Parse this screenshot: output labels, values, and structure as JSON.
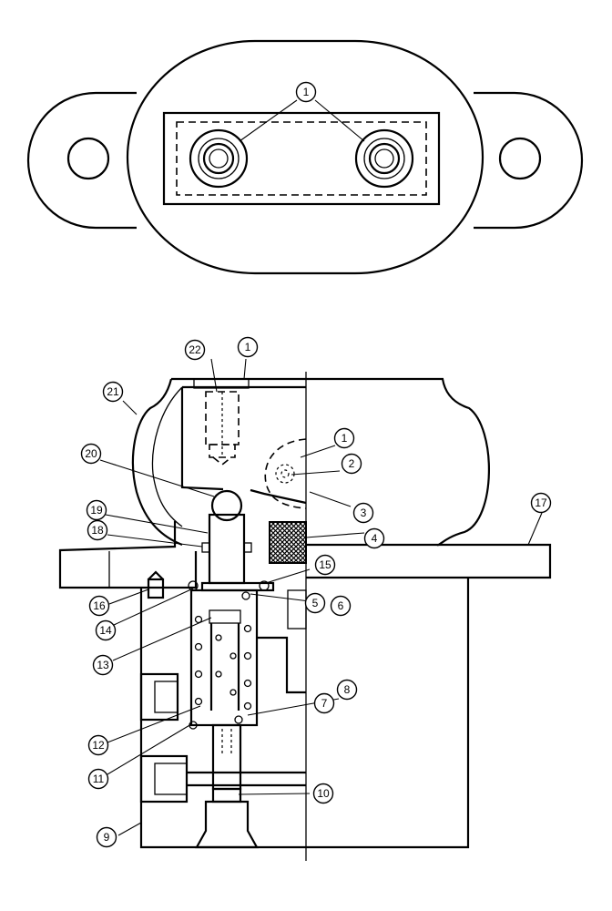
{
  "top_view": {
    "callouts": [
      {
        "id": "top-1",
        "label": "1"
      }
    ]
  },
  "section_view": {
    "callouts": [
      {
        "id": "c22",
        "label": "22"
      },
      {
        "id": "c1a",
        "label": "1"
      },
      {
        "id": "c21",
        "label": "21"
      },
      {
        "id": "c1b",
        "label": "1"
      },
      {
        "id": "c2",
        "label": "2"
      },
      {
        "id": "c20",
        "label": "20"
      },
      {
        "id": "c3",
        "label": "3"
      },
      {
        "id": "c17",
        "label": "17"
      },
      {
        "id": "c19",
        "label": "19"
      },
      {
        "id": "c4",
        "label": "4"
      },
      {
        "id": "c18",
        "label": "18"
      },
      {
        "id": "c15",
        "label": "15"
      },
      {
        "id": "c16",
        "label": "16"
      },
      {
        "id": "c5",
        "label": "5"
      },
      {
        "id": "c6",
        "label": "6"
      },
      {
        "id": "c14",
        "label": "14"
      },
      {
        "id": "c13",
        "label": "13"
      },
      {
        "id": "c8",
        "label": "8"
      },
      {
        "id": "c7",
        "label": "7"
      },
      {
        "id": "c12",
        "label": "12"
      },
      {
        "id": "c11",
        "label": "11"
      },
      {
        "id": "c10",
        "label": "10"
      },
      {
        "id": "c9",
        "label": "9"
      }
    ]
  }
}
